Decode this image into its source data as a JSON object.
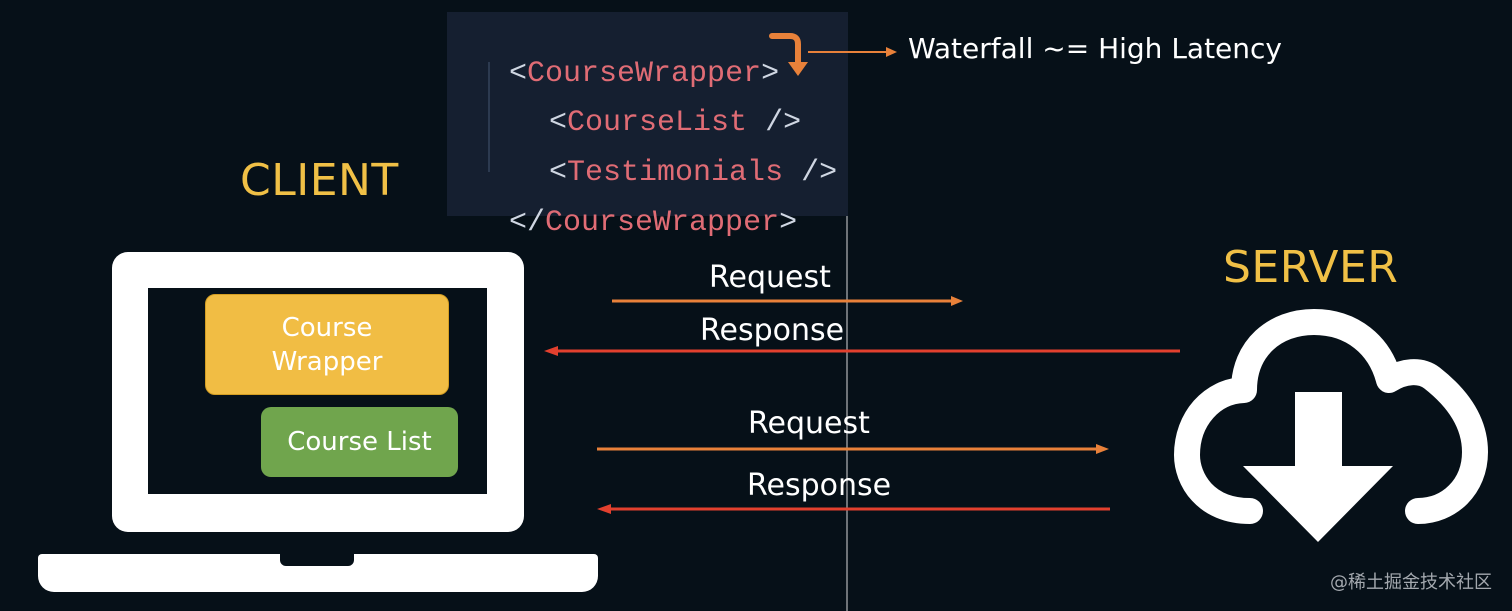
{
  "code": {
    "line1": {
      "open": "<",
      "tag": "CourseWrapper",
      "close": ">"
    },
    "line2": {
      "open": "<",
      "tag": "CourseList",
      "close": " />"
    },
    "line3": {
      "open": "<",
      "tag": "Testimonials",
      "close": " />"
    },
    "line4": {
      "open": "</",
      "tag": "CourseWrapper",
      "close": ">"
    }
  },
  "note": "Waterfall ~= High Latency",
  "client_label": "CLIENT",
  "server_label": "SERVER",
  "boxes": {
    "course_wrapper_line1": "Course",
    "course_wrapper_line2": "Wrapper",
    "course_list": "Course List"
  },
  "arrows": [
    {
      "label": "Request",
      "direction": "to-server"
    },
    {
      "label": "Response",
      "direction": "to-client"
    },
    {
      "label": "Request",
      "direction": "to-server"
    },
    {
      "label": "Response",
      "direction": "to-client"
    }
  ],
  "icons": {
    "server": "cloud-download-icon",
    "client": "laptop-icon"
  },
  "colors": {
    "background": "#061018",
    "label_yellow": "#f0c046",
    "request_arrow": "#e8813a",
    "response_arrow": "#e2402e",
    "wrapper_box": "#f1bd44",
    "list_box": "#70a54d",
    "code_tag": "#e06c75"
  },
  "watermark": "@稀土掘金技术社区"
}
